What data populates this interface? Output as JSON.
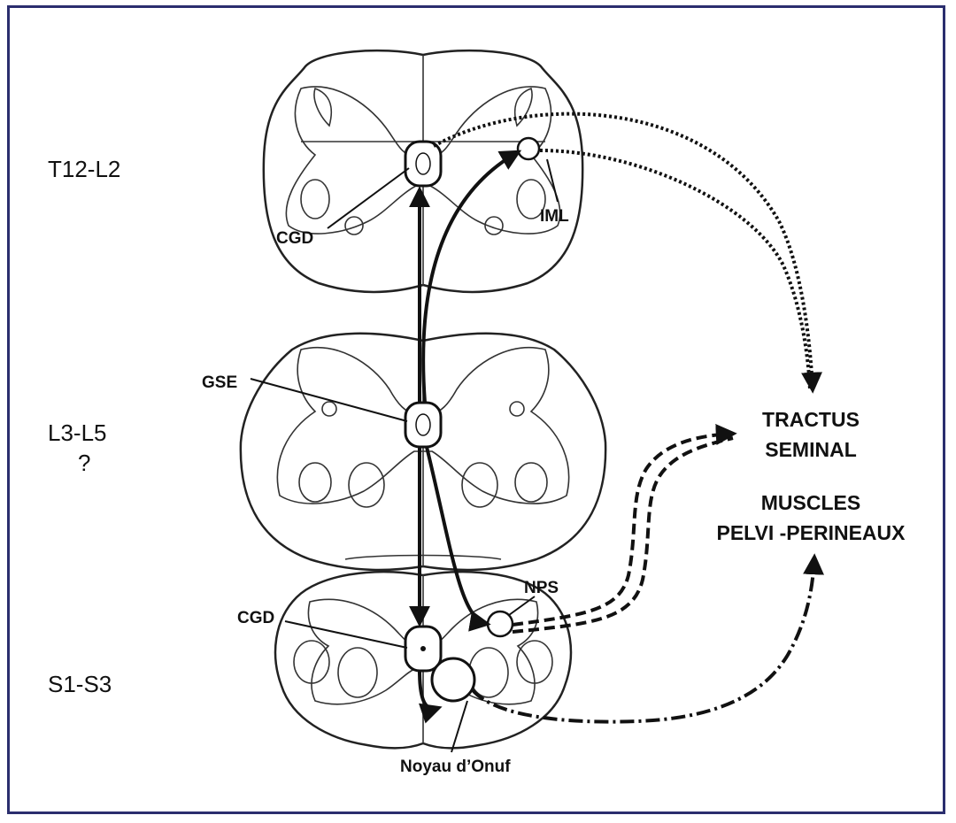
{
  "levels": {
    "thoracolumbar": "T12-L2",
    "lumbar_line1": "L3-L5",
    "lumbar_line2": "?",
    "sacral": "S1-S3"
  },
  "nuclei": {
    "cgd_top": "CGD",
    "iml": "IML",
    "gse": "GSE",
    "nps": "NPS",
    "cgd_bottom": "CGD",
    "onuf": "Noyau d’Onuf"
  },
  "targets": {
    "tractus_line1": "TRACTUS",
    "tractus_line2": "SEMINAL",
    "muscles_line1": "MUSCLES",
    "muscles_line2": "PELVI -PERINEAUX"
  },
  "colors": {
    "frame": "#2b2e6e",
    "ink": "#111111"
  }
}
